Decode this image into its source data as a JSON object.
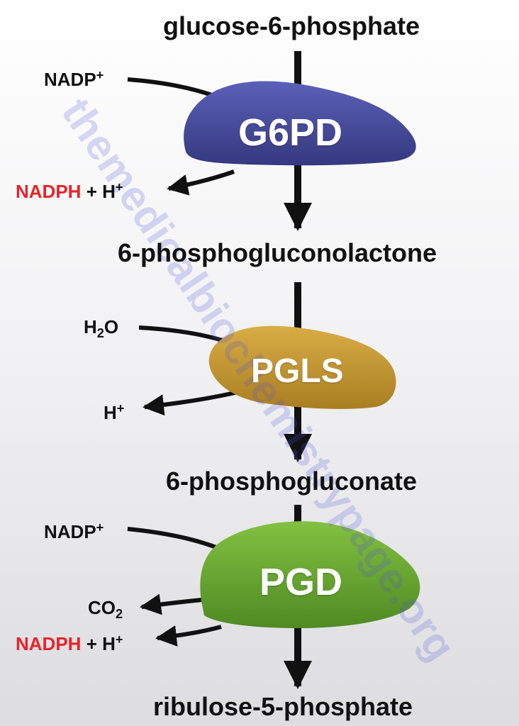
{
  "molecules": {
    "m1": "glucose-6-phosphate",
    "m2": "6-phosphogluconolactone",
    "m3": "6-phosphogluconate",
    "m4": "ribulose-5-phosphate"
  },
  "enzymes": {
    "e1": {
      "label": "G6PD",
      "color": "#45499f"
    },
    "e2": {
      "label": "PGLS",
      "color": "#c89b33"
    },
    "e3": {
      "label": "PGD",
      "color": "#6bab32"
    }
  },
  "cofactors": {
    "nadp1": "NADP",
    "nadph1": "NADPH",
    "hplus1": "+ H",
    "h2o": "H",
    "h2o_sub": "2",
    "h2o_tail": "O",
    "hplus2": "H",
    "nadp3": "NADP",
    "co2": "CO",
    "co2_sub": "2",
    "nadph3": "NADPH",
    "hplus3": "+ H",
    "plus": "+"
  },
  "colors": {
    "arrow": "#111111",
    "nadph": "#e8232a",
    "watermark": "#5050dc"
  },
  "watermark": "themedicalbiochemistrypage.org"
}
